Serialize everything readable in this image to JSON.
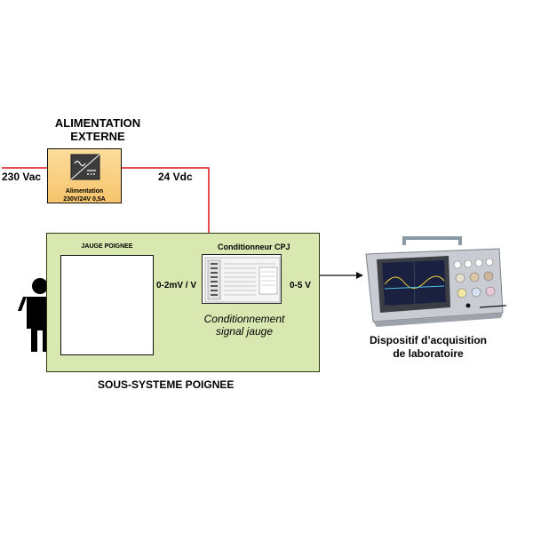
{
  "power_supply": {
    "title_line1": "ALIMENTATION",
    "title_line2": "EXTERNE",
    "caption_line1": "Alimentation",
    "caption_line2": "230V/24V 0,5A",
    "input_label": "230 Vac",
    "output_label": "24 Vdc",
    "icon": "ac-dc-converter-icon"
  },
  "subsystem": {
    "label": "SOUS-SYSTEME POIGNEE",
    "gauge_title": "JAUGE POIGNEE",
    "gauge_signal_label": "0-2mV / V",
    "conditioner_title": "Conditionneur CPJ",
    "conditioner_caption_line1": "Conditionnement",
    "conditioner_caption_line2": "signal jauge",
    "output_signal_label": "0-5 V",
    "person_icon": "person-icon"
  },
  "device": {
    "label_line1": "Dispositif d’acquisition",
    "label_line2": "de laboratoire",
    "icon": "oscilloscope-icon"
  },
  "colors": {
    "power_line": "#e0141c",
    "signal_line": "#111111",
    "subsystem_fill": "#d9e8b0",
    "psu_fill": "#f6c46b",
    "gauge_handle": "#7a1a3a",
    "gauge_cap": "#c7b84a"
  }
}
